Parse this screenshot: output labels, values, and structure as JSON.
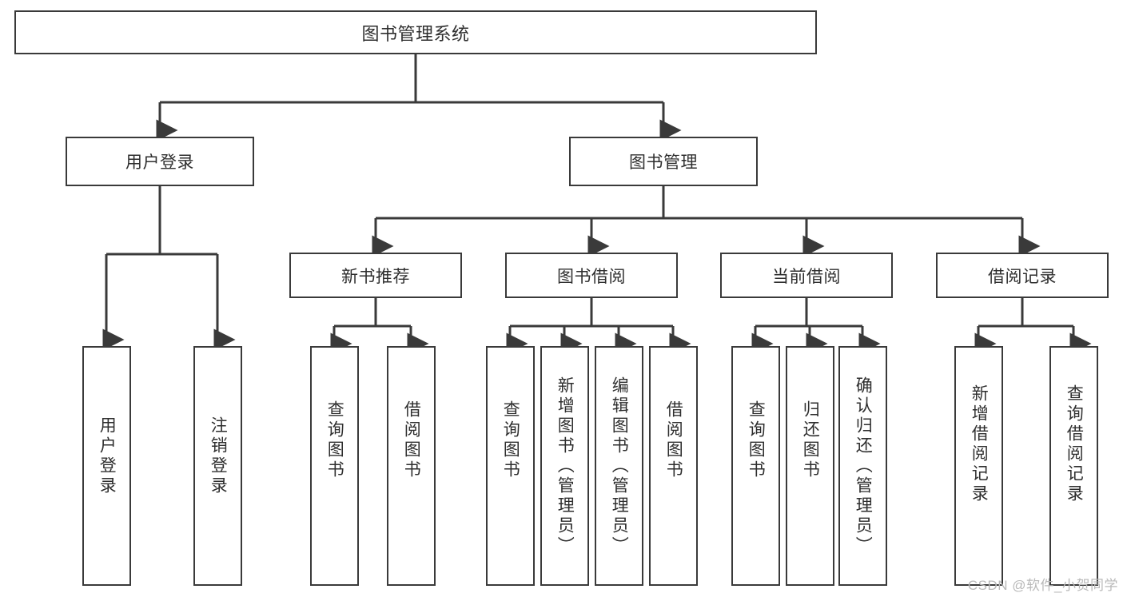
{
  "diagram": {
    "title": "图书管理系统",
    "type": "tree",
    "levels": {
      "root": {
        "label": "图书管理系统"
      },
      "level2": [
        {
          "label": "用户登录"
        },
        {
          "label": "图书管理"
        }
      ],
      "level3": [
        {
          "label": "新书推荐"
        },
        {
          "label": "图书借阅"
        },
        {
          "label": "当前借阅"
        },
        {
          "label": "借阅记录"
        }
      ],
      "leaves": [
        {
          "label": "用户登录",
          "parent": "用户登录"
        },
        {
          "label": "注销登录",
          "parent": "用户登录"
        },
        {
          "label": "查询图书",
          "parent": "新书推荐"
        },
        {
          "label": "借阅图书",
          "parent": "新书推荐"
        },
        {
          "label": "查询图书",
          "parent": "图书借阅"
        },
        {
          "label": "新增图书（管理员）",
          "parent": "图书借阅"
        },
        {
          "label": "编辑图书（管理员）",
          "parent": "图书借阅"
        },
        {
          "label": "借阅图书",
          "parent": "图书借阅"
        },
        {
          "label": "查询图书",
          "parent": "当前借阅"
        },
        {
          "label": "归还图书",
          "parent": "当前借阅"
        },
        {
          "label": "确认归还（管理员）",
          "parent": "当前借阅"
        },
        {
          "label": "新增借阅记录",
          "parent": "借阅记录"
        },
        {
          "label": "查询借阅记录",
          "parent": "借阅记录"
        }
      ]
    },
    "colors": {
      "box_border": "#3a3a3a",
      "box_fill": "#ffffff",
      "text": "#2e2e2e",
      "connector": "#3a3a3a",
      "watermark": "#b9b9b9"
    }
  },
  "watermark": {
    "text": "CSDN @软件_小贺同学"
  }
}
